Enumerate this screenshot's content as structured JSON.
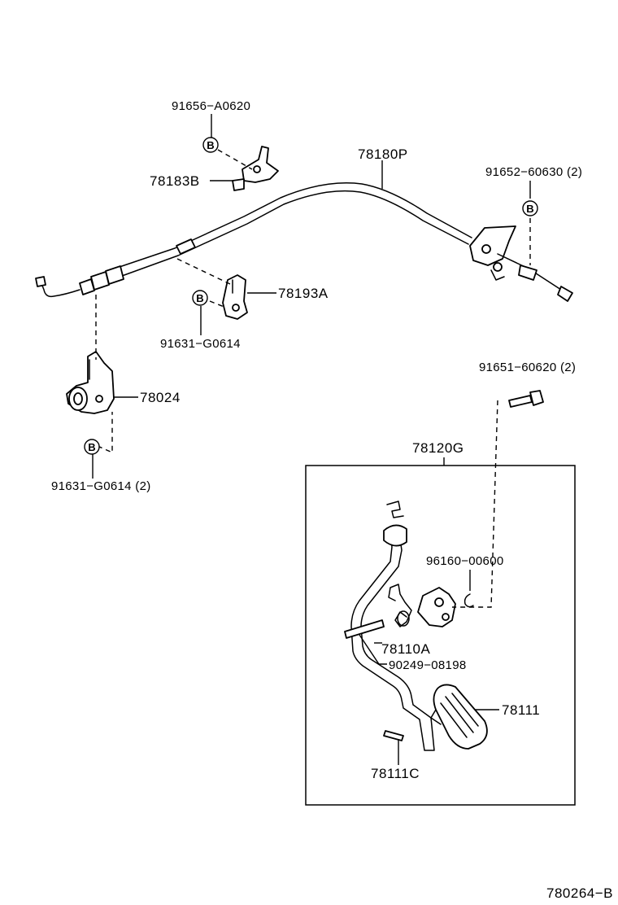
{
  "parts": {
    "p91656_a0620": "91656−A0620",
    "p78183b": "78183B",
    "p78180p": "78180P",
    "p91652_60630": "91652−60630 (2)",
    "p78193a": "78193A",
    "p91631_g0614": "91631−G0614",
    "p78024": "78024",
    "p91631_g0614_2": "91631−G0614 (2)",
    "p91651_60620": "91651−60620 (2)",
    "p78120g": "78120G",
    "p96160_00600": "96160−00600",
    "p78110a": "78110A",
    "p90249_08198": "90249−08198",
    "p78111": "78111",
    "p78111c": "78111C"
  },
  "bolt_marker": "B",
  "diagram_code": "780264−B",
  "icons": [
    "accelerator-cable",
    "cable-clamp",
    "cable-bracket",
    "accelerator-pedal",
    "torsion-spring",
    "pedal-pad",
    "bolt"
  ]
}
